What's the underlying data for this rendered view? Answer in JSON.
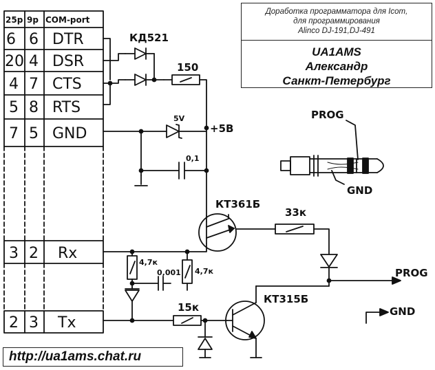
{
  "header": {
    "line1": "Доработка программатора для Icom,",
    "line2": "для программирования",
    "line3": "Alinco DJ-191,DJ-491"
  },
  "author": {
    "callsign": "UA1AMS",
    "name": "Александр",
    "city": "Санкт-Петербург"
  },
  "url": "http://ua1ams.chat.ru",
  "table": {
    "col_25p": "25p",
    "col_9p": "9p",
    "col_port": "COM-port",
    "rows": [
      {
        "p25": "6",
        "p9": "6",
        "sig": "DTR"
      },
      {
        "p25": "20",
        "p9": "4",
        "sig": "DSR"
      },
      {
        "p25": "4",
        "p9": "7",
        "sig": "CTS"
      },
      {
        "p25": "5",
        "p9": "8",
        "sig": "RTS"
      },
      {
        "p25": "7",
        "p9": "5",
        "sig": "GND"
      }
    ],
    "rx": {
      "p25": "3",
      "p9": "2",
      "sig": "Rx"
    },
    "tx": {
      "p25": "2",
      "p9": "3",
      "sig": "Tx"
    }
  },
  "labels": {
    "diode_kd": "КД521",
    "r150": "150",
    "zener": "5V",
    "plus5": "+5В",
    "cap01": "0,1",
    "q1": "КТ361Б",
    "r33k": "33к",
    "r47k_a": "4,7к",
    "c0001": "0,001",
    "r47k_b": "4,7к",
    "r15k": "15к",
    "q2": "КТ315Б",
    "prog_out": "PROG",
    "gnd_out": "GND",
    "jack_prog": "PROG",
    "jack_gnd": "GND"
  }
}
